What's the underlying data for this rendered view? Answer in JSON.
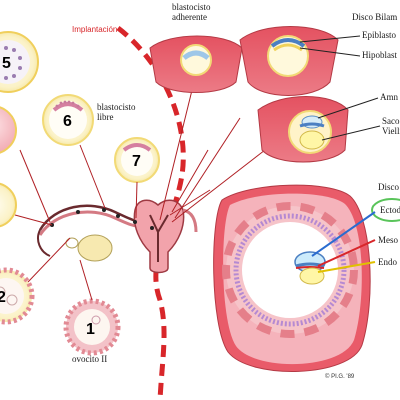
{
  "diagram": {
    "header_label": "Implantación",
    "stages": [
      {
        "id": "2",
        "label": ""
      },
      {
        "id": "1",
        "label": "ovocito II"
      },
      {
        "id": "5",
        "label": ""
      },
      {
        "id": "6",
        "label": "blastocisto\nlibre"
      },
      {
        "id": "7",
        "label": ""
      }
    ],
    "stage_adherente": "blastocisto\nadherente",
    "labels_right": [
      "Disco Bilam",
      "Epiblasto",
      "Hipoblast",
      "Amn",
      "Saco\nVielli",
      "Disco",
      "Ectod",
      "Meso",
      "Endo"
    ],
    "credit": "© PI.G. '89",
    "colors": {
      "pink_tissue": "#e76b78",
      "light_pink": "#f4b0b8",
      "yellow_ring": "#f7e39a",
      "cream": "#fff9dc",
      "red_line": "#d8262a",
      "green_ring": "#59c45a",
      "blue_line": "#2a6cd0"
    }
  }
}
